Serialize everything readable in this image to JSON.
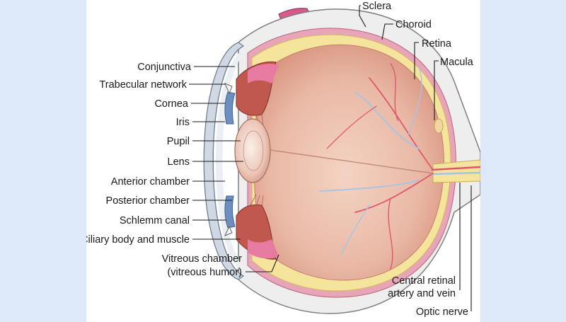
{
  "diagram": {
    "labels": {
      "sclera": "Sclera",
      "choroid": "Choroid",
      "retina": "Retina",
      "macula": "Macula",
      "conjunctiva": "Conjunctiva",
      "trabecular_network": "Trabecular network",
      "cornea": "Cornea",
      "iris": "Iris",
      "pupil": "Pupil",
      "lens": "Lens",
      "anterior_chamber": "Anterior chamber",
      "posterior_chamber": "Posterior chamber",
      "schlemm_canal": "Schlemm canal",
      "ciliary_body": "Ciliary body and muscle",
      "vitreous_chamber_line1": "Vitreous chamber",
      "vitreous_chamber_line2": "(vitreous humor)",
      "central_retinal_line1": "Central retinal",
      "central_retinal_line2": "artery and vein",
      "optic_nerve": "Optic nerve"
    },
    "colors": {
      "page_background": "#dde9f8",
      "panel": "#ffffff",
      "sclera": "#eeeeee",
      "sclera_outline": "#7f7f7f",
      "choroid": "#e8a5b8",
      "retina": "#f5e49c",
      "vitreous": "#e7b3a0",
      "lens": "#f2dcd3",
      "iris": "#6d8fc0",
      "ciliary": "#c0584d",
      "muscle": "#d65a8a",
      "artery": "#e3556d",
      "vein": "#a6c4e6"
    }
  }
}
